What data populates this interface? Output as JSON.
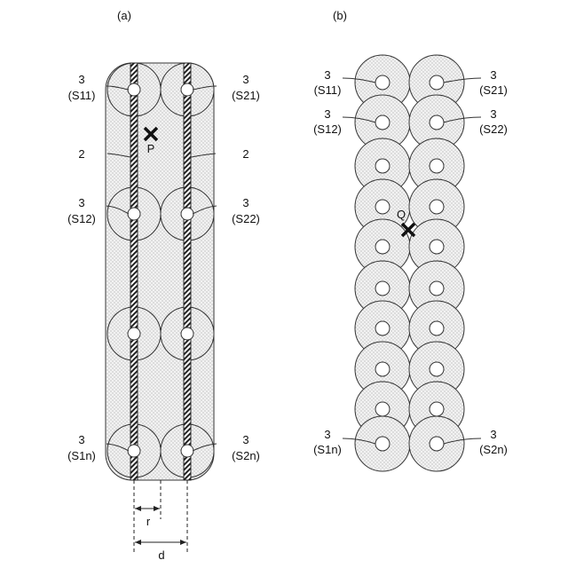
{
  "panels": {
    "a": {
      "title": "(a)"
    },
    "b": {
      "title": "(b)"
    }
  },
  "labels": {
    "num3": "3",
    "num2": "2",
    "s11": "(S11)",
    "s12": "(S12)",
    "s1n": "(S1n)",
    "s21": "(S21)",
    "s22": "(S22)",
    "s2n": "(S2n)",
    "point_p": "P",
    "point_q": "Q",
    "dim_r": "r",
    "dim_d": "d"
  }
}
